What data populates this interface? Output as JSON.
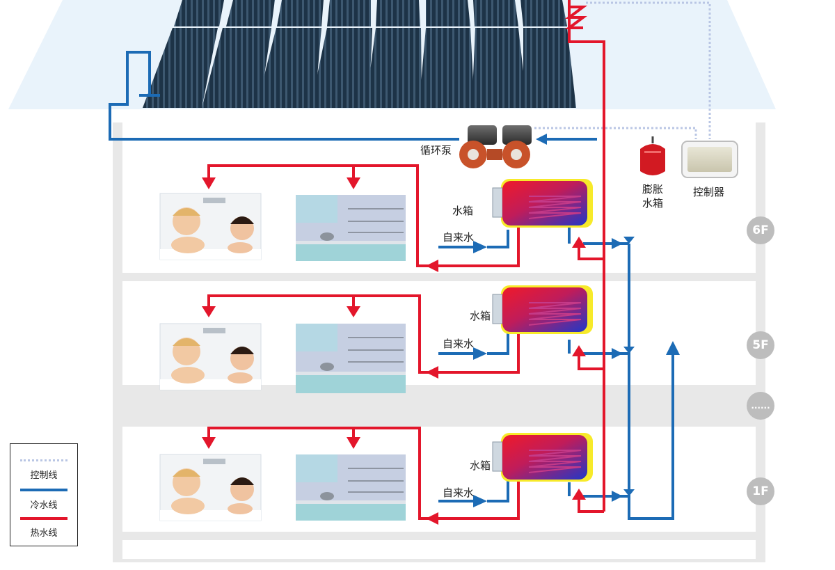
{
  "labels": {
    "pump": "循环泵",
    "tank": "水箱",
    "tap_water": "自来水",
    "expansion_tank": [
      "膨胀",
      "水箱"
    ],
    "controller": "控制器"
  },
  "floors": [
    "6F",
    "5F",
    "......",
    "1F"
  ],
  "legend": {
    "control_line": "控制线",
    "cold_water_line": "冷水线",
    "hot_water_line": "热水线"
  },
  "colors": {
    "hot": "#e3162b",
    "cold": "#1c6bb5",
    "control": "#b9c6e4",
    "panel": "#1d3347",
    "roof": "#e9f3fb",
    "building": "#e8e8e8"
  },
  "icons": [
    "solar-panel-array-icon",
    "circulation-pump-icon",
    "expansion-tank-icon",
    "controller-icon",
    "water-tank-icon",
    "bathroom-photo-icon",
    "kitchen-photo-icon"
  ]
}
